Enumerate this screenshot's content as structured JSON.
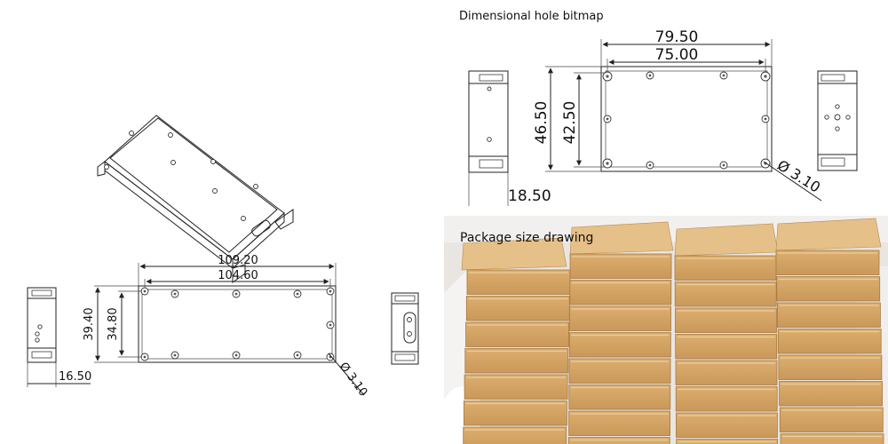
{
  "left_drawing": {
    "top_view": {
      "overall_length": "109.20",
      "hole_spacing_length": "104.60"
    },
    "front_view": {
      "overall_width": "39.40",
      "hole_spacing_width": "34.80"
    },
    "side_view": {
      "thickness": "16.50"
    },
    "hole_diameter": "Ø 3.10"
  },
  "top_right_panel": {
    "caption": "Dimensional hole bitmap",
    "overall_length": "79.50",
    "hole_spacing_length": "75.00",
    "overall_width": "46.50",
    "hole_spacing_width": "42.50",
    "thickness": "18.50",
    "hole_diameter": "Ø 3.10"
  },
  "bottom_right_panel": {
    "caption": "Package size drawing",
    "box_color": "#d6a86a"
  }
}
